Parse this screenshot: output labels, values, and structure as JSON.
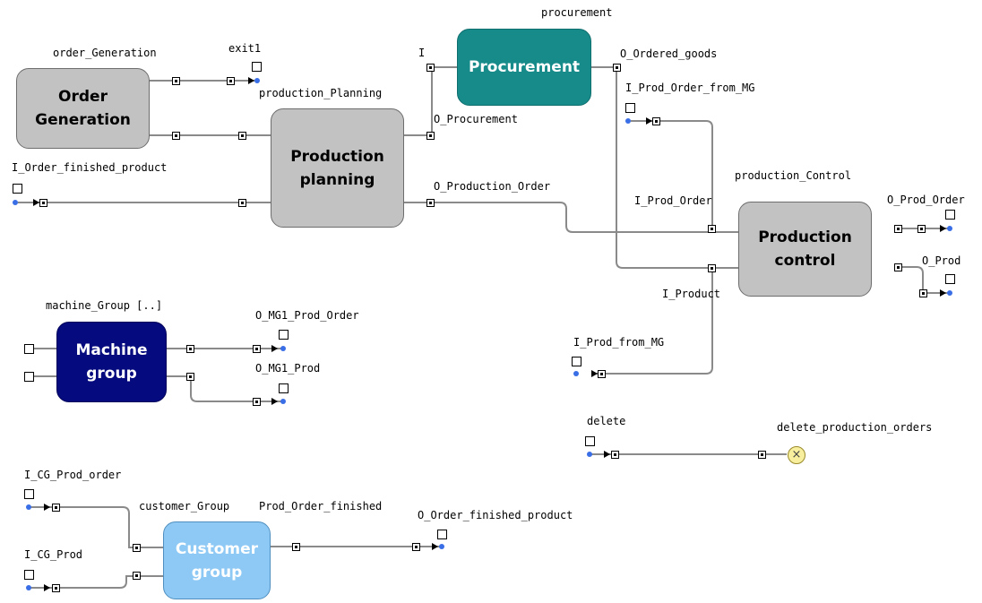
{
  "blocks": {
    "order_generation": "Order\nGeneration",
    "production_planning": "Production\nplanning",
    "procurement": "Procurement",
    "production_control": "Production\ncontrol",
    "machine_group": "Machine\ngroup",
    "customer_group": "Customer\ngroup"
  },
  "labels": {
    "order_generation": "order_Generation",
    "exit1": "exit1",
    "production_planning": "production_Planning",
    "procurement": "procurement",
    "i_proc": "I",
    "o_ordered_goods": "O_Ordered_goods",
    "o_procurement": "O_Procurement",
    "i_prod_order_from_mg": "I_Prod_Order_from_MG",
    "i_order_finished_product": "I_Order_finished_product",
    "o_production_order": "O_Production_Order",
    "production_control": "production_Control",
    "i_prod_order": "I_Prod_Order",
    "o_prod_order": "O_Prod_Order",
    "o_prod": "O_Prod",
    "i_product": "I_Product",
    "machine_group": "machine_Group [..]",
    "o_mg1_prod_order": "O_MG1_Prod_Order",
    "o_mg1_prod": "O_MG1_Prod",
    "i_prod_from_mg": "I_Prod_from_MG",
    "delete": "delete",
    "delete_production_orders": "delete_production_orders",
    "i_cg_prod_order": "I_CG_Prod_order",
    "customer_group": "customer_Group",
    "prod_order_finished": "Prod_Order_finished",
    "o_order_finished_product": "O_Order_finished_product",
    "i_cg_prod": "I_CG_Prod"
  },
  "icons": {
    "sink": "×"
  }
}
